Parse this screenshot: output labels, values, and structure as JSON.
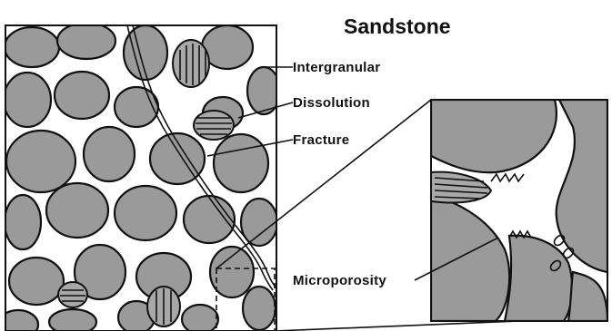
{
  "title": "Sandstone",
  "labels": {
    "intergranular": "Intergranular",
    "dissolution": "Dissolution",
    "fracture": "Fracture",
    "microporosity": "Microporosity"
  },
  "colors": {
    "grain_fill": "#9a9a9a",
    "outline": "#111111",
    "pore_space": "#ffffff"
  }
}
